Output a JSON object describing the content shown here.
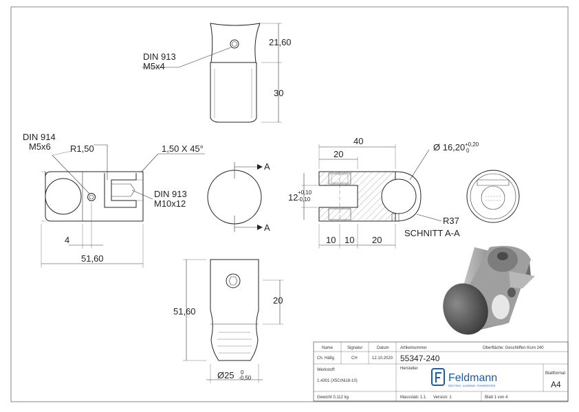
{
  "views": {
    "top": {
      "dim_height_upper": "21,60",
      "dim_height_lower": "30",
      "callout_line1": "DIN 913",
      "callout_line2": "M5x4"
    },
    "side": {
      "callout_a_line1": "DIN 914",
      "callout_a_line2": "M5x6",
      "radius": "R1,50",
      "chamfer": "1,50 X 45°",
      "callout_b_line1": "DIN 913",
      "callout_b_line2": "M10x12",
      "dim_small": "4",
      "dim_length": "51,60"
    },
    "circle": {
      "section_mark": "A"
    },
    "section": {
      "dim_total": "40",
      "dim_inner": "20",
      "dim_slot_value": "12",
      "dim_slot_tol_upper": "+0,10",
      "dim_slot_tol_lower": "-0,10",
      "dim_bore": "Ø 16,20",
      "dim_bore_tol_upper": "+0,20",
      "dim_bore_tol_lower": "0",
      "radius": "R37",
      "bottom_dims": [
        "10",
        "10",
        "20"
      ],
      "title": "SCHNITT A-A"
    },
    "front": {
      "dim_height": "51,60",
      "dim_upper": "20",
      "dim_diameter": "Ø25",
      "dim_dia_tol_upper": "0",
      "dim_dia_tol_lower": "-0,50"
    }
  },
  "title_block": {
    "col_name": "Name",
    "col_signatur": "Signatur",
    "col_datum": "Datum",
    "row_name": "Ch. Häfig",
    "row_signatur": "CH",
    "row_datum": "12.10.2020",
    "artikelnummer_label": "Artikelnummer",
    "artikelnummer": "55347-240",
    "oberflaeche": "Oberfläche: Geschliffen Korn 240",
    "werkstoff_label": "Werkstoff:",
    "werkstoff": "1.4301 (X5CrNi18-10)",
    "hersteller_label": "Hersteller",
    "logo_text": "Feldmann",
    "logo_tagline": "EDELSTAHL · ALUMINIUM · SCHMIEDEEISEN",
    "blattformat_label": "Blattformat",
    "blattformat": "A4",
    "gewicht": "Gewicht 0,112 kg",
    "massstab": "Massstab: 1:1",
    "version": "Version: 1",
    "blatt": "Blatt 1 von 4"
  }
}
